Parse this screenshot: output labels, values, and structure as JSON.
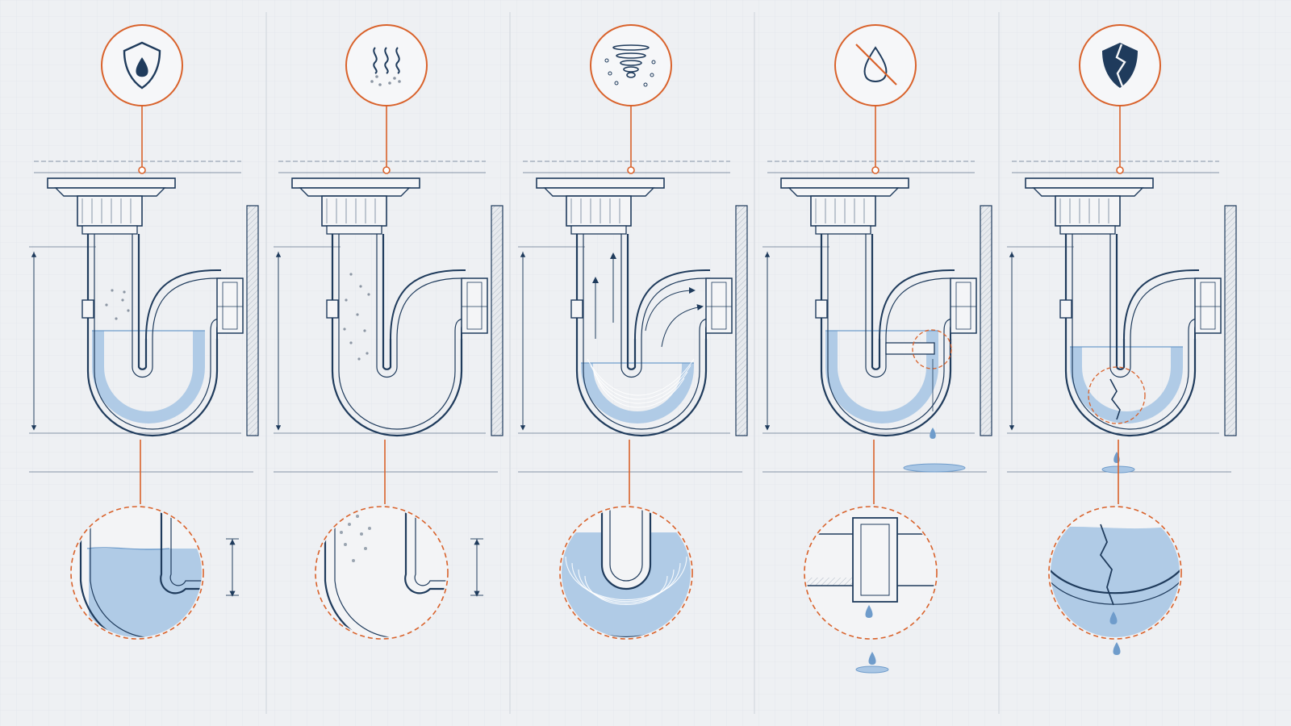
{
  "diagram": {
    "description_free": true,
    "colors": {
      "background": "#eef0f3",
      "grid": "#dde1e7",
      "line": "#1f3b5c",
      "accent": "#d9622b",
      "water": "#a9c6e4",
      "water_edge": "#6f9ccb",
      "wall": "#e7eaee"
    },
    "panels": [
      {
        "id": "p1",
        "icon": "shield-water-drop-icon",
        "water_level": 0.55,
        "features": [
          "dots-above-water",
          "dimension-in-zoom"
        ]
      },
      {
        "id": "p2",
        "icon": "evaporation-waves-icon",
        "water_level": 0.0,
        "features": [
          "dots-in-pipe",
          "dimension-in-zoom"
        ]
      },
      {
        "id": "p3",
        "icon": "tornado-siphon-icon",
        "water_level": 0.35,
        "features": [
          "flow-arrows",
          "turbulent-water"
        ]
      },
      {
        "id": "p4",
        "icon": "no-water-drop-icon",
        "water_level": 0.55,
        "features": [
          "loose-joint-leak",
          "drip",
          "puddle"
        ]
      },
      {
        "id": "p5",
        "icon": "cracked-shield-icon",
        "water_level": 0.45,
        "features": [
          "crack-leak",
          "drip",
          "puddle"
        ]
      }
    ]
  }
}
